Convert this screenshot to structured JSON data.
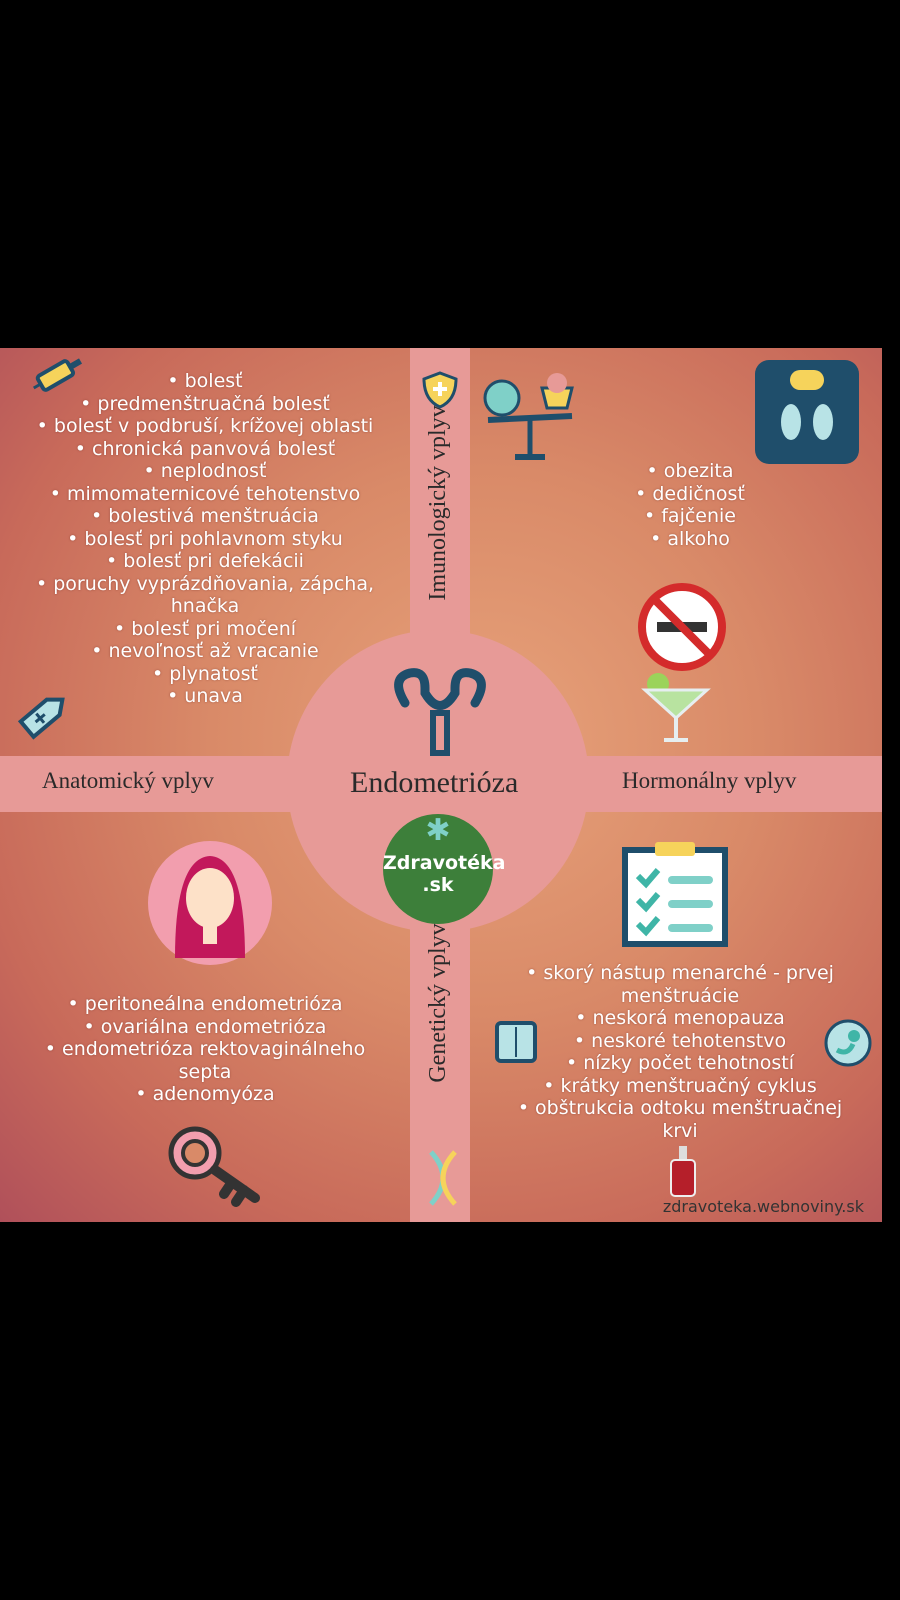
{
  "title": "Endometrióza",
  "sections": {
    "top": "Imunologický vplyv",
    "left": "Anatomický vplyv",
    "right": "Hormonálny vplyv",
    "bottom": "Genetický vplyv"
  },
  "logo": {
    "line1": "Zdravotéka",
    "line2": ".sk"
  },
  "symptoms": [
    "• bolesť",
    "• predmenštruačná bolesť",
    "• bolesť v podbruší, krížovej oblasti",
    "• chronická panvová bolesť",
    "• neplodnosť",
    "• mimomaternicové tehotenstvo",
    "• bolestivá menštruácia",
    "• bolesť pri pohlavnom styku",
    "• bolesť pri defekácii",
    "• poruchy vyprázdňovania, zápcha,",
    "hnačka",
    "• bolesť pri močení",
    "• nevoľnosť až vracanie",
    "• plynatosť",
    "• unava"
  ],
  "risk_factors": [
    "• obezita",
    "• dedičnosť",
    "• fajčenie",
    "• alkoho"
  ],
  "types": [
    "• peritoneálna endometrióza",
    "• ovariálna endometrióza",
    "• endometrióza rektovaginálneho",
    "septa",
    "• adenomyóza"
  ],
  "hormonal_factors": [
    "• skorý nástup menarché - prvej",
    "menštruácie",
    "• neskorá menopauza",
    "• neskoré tehotenstvo",
    "• nízky počet tehotností",
    "• krátky menštruačný cyklus",
    "• obštrukcia odtoku menštruačnej",
    "krvi"
  ],
  "source": "zdravoteka.webnoviny.sk",
  "colors": {
    "band": "#e79a97",
    "logo": "#3d7f3a",
    "icon_dark": "#1f4e6b",
    "icon_teal": "#7fd0c8"
  }
}
